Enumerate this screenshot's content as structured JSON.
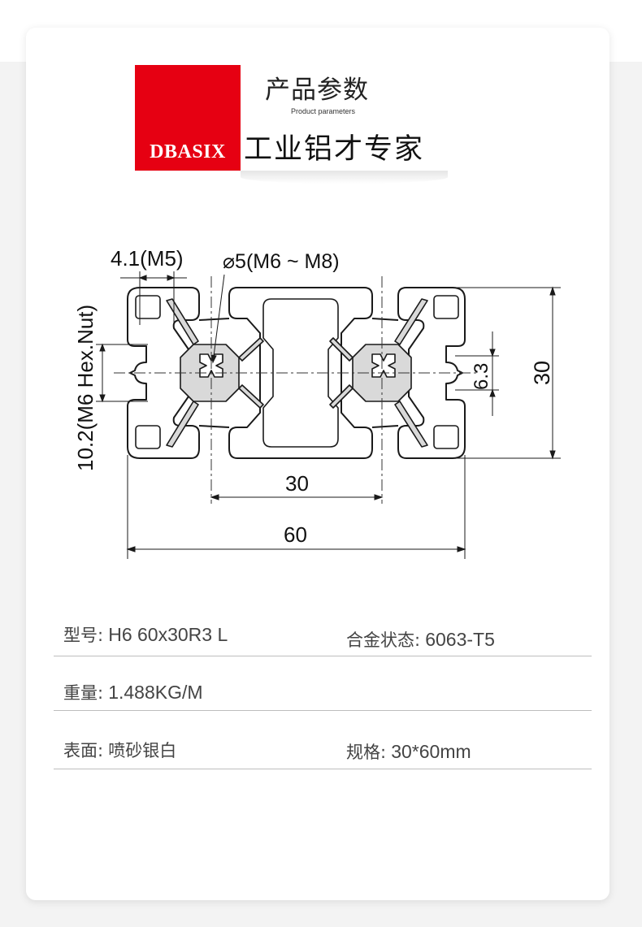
{
  "brand": {
    "logo_text": "DBASIX",
    "logo_color": "#e60012",
    "title_cn": "产品参数",
    "title_en": "Product parameters",
    "slogan": "工业铝才专家"
  },
  "drawing": {
    "dim_slot_width": "4.1(M5)",
    "dim_hole": "⌀5(M6 ~ M8)",
    "dim_hex_nut": "10.2(M6 Hex.Nut)",
    "dim_height": "30",
    "dim_slot_open": "6.3",
    "dim_center": "30",
    "dim_width": "60"
  },
  "specs": {
    "model_label": "型号:",
    "model_value": "H6 60x30R3 L",
    "alloy_label": "合金状态:",
    "alloy_value": "6063-T5",
    "weight_label": "重量:",
    "weight_value": "1.488KG/M",
    "surface_label": "表面:",
    "surface_value": "喷砂银白",
    "size_label": "规格:",
    "size_value": "30*60mm"
  }
}
